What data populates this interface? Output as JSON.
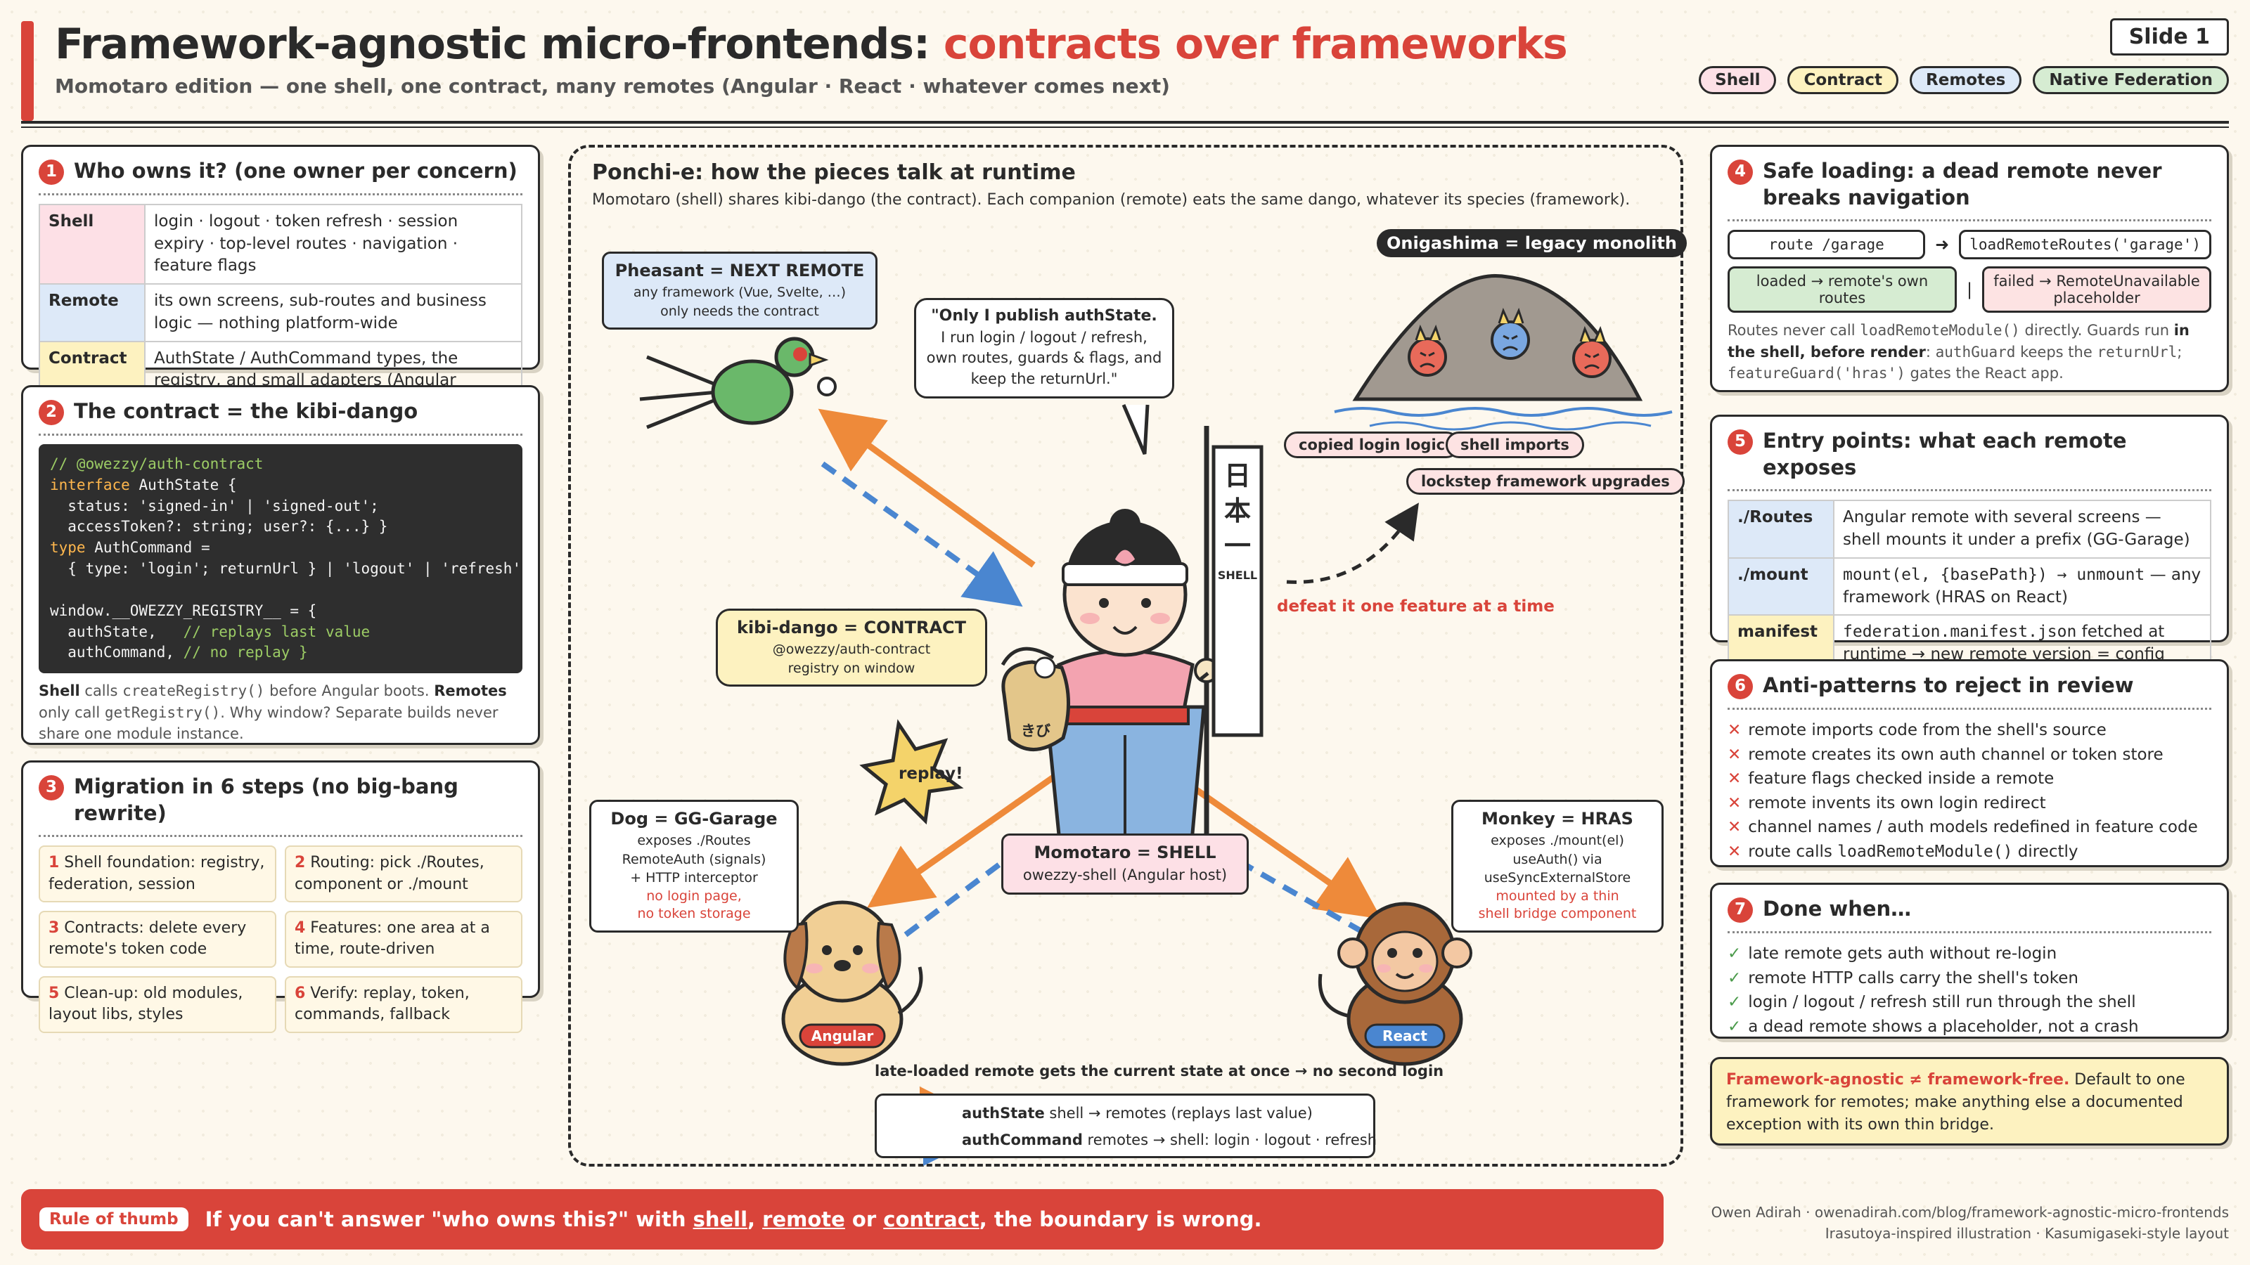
{
  "header": {
    "title_main": "Framework-agnostic micro-frontends: ",
    "title_accent": "contracts over frameworks",
    "subtitle": "Momotaro edition — one shell, one contract, many remotes (Angular · React · whatever comes next)",
    "slide": "Slide 1",
    "legend": [
      "Shell",
      "Contract",
      "Remotes",
      "Native Federation"
    ]
  },
  "colors": {
    "accent": "#d9443a",
    "shell": "#fde0e6",
    "contract": "#fdf2c0",
    "remotes": "#dde9f8",
    "native_federation": "#d6ecd2"
  },
  "owners": {
    "num": "1",
    "title": "Who owns it? (one owner per concern)",
    "rows": [
      {
        "k": "Shell",
        "v": "login · logout · token refresh · session expiry · top-level routes · navigation · feature flags"
      },
      {
        "k": "Remote",
        "v": "its own screens, sub-routes and business logic — nothing platform-wide"
      },
      {
        "k": "Contract",
        "v": "AuthState / AuthCommand types, the registry, and small adapters (Angular service, React hook)"
      }
    ]
  },
  "contract": {
    "num": "2",
    "title": "The contract = the kibi-dango",
    "code": [
      {
        "c": "cm",
        "t": "// @owezzy/auth-contract"
      },
      {
        "kw": "interface",
        "t": " AuthState {"
      },
      {
        "t": "  status: 'signed-in' | 'signed-out';"
      },
      {
        "t": "  accessToken?: string; user?: {...} }"
      },
      {
        "kw": "type",
        "t": " AuthCommand ="
      },
      {
        "t": "  { type: 'login'; returnUrl } | 'logout' | 'refresh'"
      },
      {
        "t": " "
      },
      {
        "t": "window.__OWEZZY_REGISTRY__ = {"
      },
      {
        "t": "  authState,   ",
        "cm": "// replays last value"
      },
      {
        "t": "  authCommand, ",
        "cm": "// no replay }"
      }
    ],
    "note_b1": "Shell",
    "note_1": " calls ",
    "note_c1": "createRegistry()",
    "note_2": " before Angular boots. ",
    "note_b2": "Remotes",
    "note_3": " only call ",
    "note_c2": "getRegistry()",
    "note_4": ". Why window? Separate builds never share one module instance."
  },
  "migration": {
    "num": "3",
    "title": "Migration in 6 steps (no big-bang rewrite)",
    "steps": [
      {
        "n": "1",
        "t": " Shell foundation: registry, federation, session"
      },
      {
        "n": "2",
        "t": " Routing: pick ./Routes, component or ./mount"
      },
      {
        "n": "3",
        "t": " Contracts: delete every remote's token code"
      },
      {
        "n": "4",
        "t": " Features: one area at a time, route-driven"
      },
      {
        "n": "5",
        "t": " Clean-up: old modules, layout libs, styles"
      },
      {
        "n": "6",
        "t": " Verify: replay, token, commands, fallback"
      }
    ]
  },
  "diagram": {
    "title": "Ponchi-e: how the pieces talk at runtime",
    "subtitle": "Momotaro (shell) shares kibi-dango (the contract). Each companion (remote) eats the same dango, whatever its species (framework).",
    "pheasant": {
      "t": "Pheasant = NEXT REMOTE",
      "s1": "any framework (Vue, Svelte, …)",
      "s2": "only needs the contract"
    },
    "speech": {
      "t": "\"Only I publish authState.",
      "s": "I run login / logout / refresh, own routes, guards & flags, and keep the returnUrl.\""
    },
    "onigashima": "Onigashima = legacy monolith",
    "bad_tags": [
      "copied login logic",
      "shell imports",
      "lockstep framework upgrades"
    ],
    "defeat": "defeat it one feature at a time",
    "banner_kanji": [
      "日",
      "本",
      "一"
    ],
    "banner_label": "SHELL",
    "kibi": {
      "t": "kibi-dango = CONTRACT",
      "s1": "@owezzy/auth-contract",
      "s2": "registry on window"
    },
    "pouch": "きび",
    "replay": "replay!",
    "momotaro": {
      "t": "Momotaro = SHELL",
      "s": "owezzy-shell (Angular host)"
    },
    "dog": {
      "t": "Dog = GG-Garage",
      "s1": "exposes ./Routes",
      "s2": "RemoteAuth (signals)",
      "s3": "+ HTTP interceptor",
      "r1": "no login page,",
      "r2": "no token storage",
      "badge": "Angular"
    },
    "monkey": {
      "t": "Monkey = HRAS",
      "s1": "exposes ./mount(el)",
      "s2": "useAuth() via",
      "s3": "useSyncExternalStore",
      "r1": "mounted by a thin",
      "r2": "shell bridge component",
      "badge": "React"
    },
    "late": "late-loaded remote gets the current state at once → no second login",
    "legend_state_b": "authState",
    "legend_state": " shell → remotes (replays last value)",
    "legend_cmd_b": "authCommand",
    "legend_cmd": " remotes → shell: login · logout · refresh"
  },
  "safe": {
    "num": "4",
    "title": "Safe loading: a dead remote never breaks navigation",
    "route": "route /garage",
    "load": "loadRemoteRoutes('garage')",
    "loaded": "loaded → remote's own routes",
    "failed": "failed → RemoteUnavailable placeholder",
    "n1": "Routes never call ",
    "n_c1": "loadRemoteModule()",
    "n2": " directly. Guards run ",
    "n_b1": "in the shell, before render",
    "n3": ": ",
    "n_c2": "authGuard",
    "n4": " keeps the ",
    "n_c3": "returnUrl",
    "n5": "; ",
    "n_c4": "featureGuard('hras')",
    "n6": " gates the React app."
  },
  "entry": {
    "num": "5",
    "title": "Entry points: what each remote exposes",
    "rows": [
      {
        "k": "./Routes",
        "v": "Angular remote with several screens — shell mounts it under a prefix (GG-Garage)"
      },
      {
        "k": "./mount",
        "v_c": "mount(el, {basePath}) → unmount",
        "v": " — any framework (HRAS on React)"
      },
      {
        "k": "manifest",
        "v_c": "federation.manifest.json",
        "v": " fetched at runtime → new remote version = config change"
      }
    ]
  },
  "anti": {
    "num": "6",
    "title": "Anti-patterns to reject in review",
    "mark": "✕",
    "items": [
      {
        "t": "remote imports code from the shell's source"
      },
      {
        "t": "remote creates its own auth channel or token store"
      },
      {
        "t": "feature flags checked inside a remote"
      },
      {
        "t": "remote invents its own login redirect"
      },
      {
        "t": "channel names / auth models redefined in feature code"
      },
      {
        "t": "route calls ",
        "c": "loadRemoteModule()",
        "t2": " directly"
      }
    ]
  },
  "done": {
    "num": "7",
    "title": "Done when…",
    "mark": "✓",
    "items": [
      "late remote gets auth without re-login",
      "remote HTTP calls carry the shell's token",
      "login / logout / refresh still run through the shell",
      "a dead remote shows a placeholder, not a crash"
    ]
  },
  "agnostic": {
    "b": "Framework-agnostic ≠ framework-free.",
    "t": " Default to one framework for remotes; make anything else a documented exception with its own thin bridge."
  },
  "footer": {
    "rule_label": "Rule of thumb",
    "r1": "If you can't answer \"who owns this?\" with ",
    "u1": "shell",
    "r2": ", ",
    "u2": "remote",
    "r3": " or ",
    "u3": "contract",
    "r4": ", the boundary is wrong.",
    "credit1": "Owen Adirah · owenadirah.com/blog/framework-agnostic-micro-frontends",
    "credit2": "Irasutoya-inspired illustration · Kasumigaseki-style layout"
  }
}
